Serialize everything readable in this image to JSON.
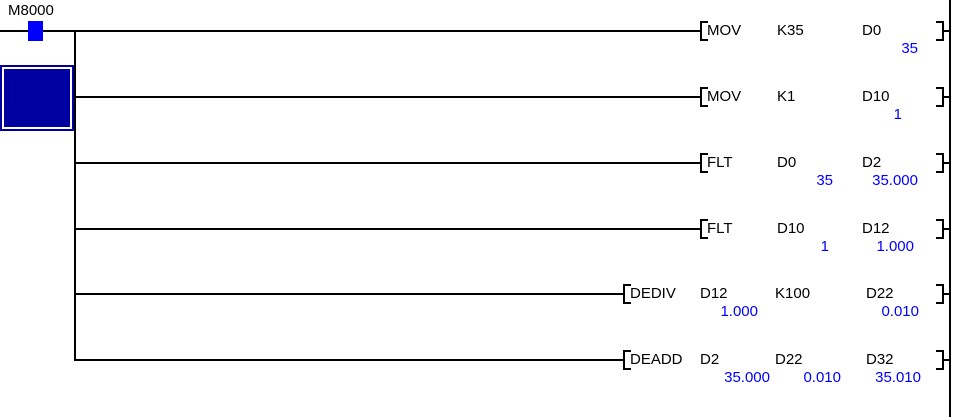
{
  "ladder": {
    "contact": {
      "device": "M8000",
      "state": "energized"
    },
    "rungs": [
      {
        "instruction": "MOV",
        "op1": "K35",
        "op2": "D0",
        "val_op2": "35"
      },
      {
        "instruction": "MOV",
        "op1": "K1",
        "op2": "D10",
        "val_op2": "1"
      },
      {
        "instruction": "FLT",
        "op1": "D0",
        "op2": "D2",
        "val_op1": "35",
        "val_op2": "35.000"
      },
      {
        "instruction": "FLT",
        "op1": "D10",
        "op2": "D12",
        "val_op1": "1",
        "val_op2": "1.000"
      },
      {
        "instruction": "DEDIV",
        "op1": "D12",
        "op2": "K100",
        "op3": "D22",
        "val_op1": "1.000",
        "val_op3": "0.010"
      },
      {
        "instruction": "DEADD",
        "op1": "D2",
        "op2": "D22",
        "op3": "D32",
        "val_op1": "35.000",
        "val_op2": "0.010",
        "val_op3": "35.010"
      }
    ],
    "colors": {
      "monitor_value": "#0000ff",
      "energized_contact": "#0000ff",
      "cursor_box": "#0000a0",
      "line": "#000000"
    }
  }
}
